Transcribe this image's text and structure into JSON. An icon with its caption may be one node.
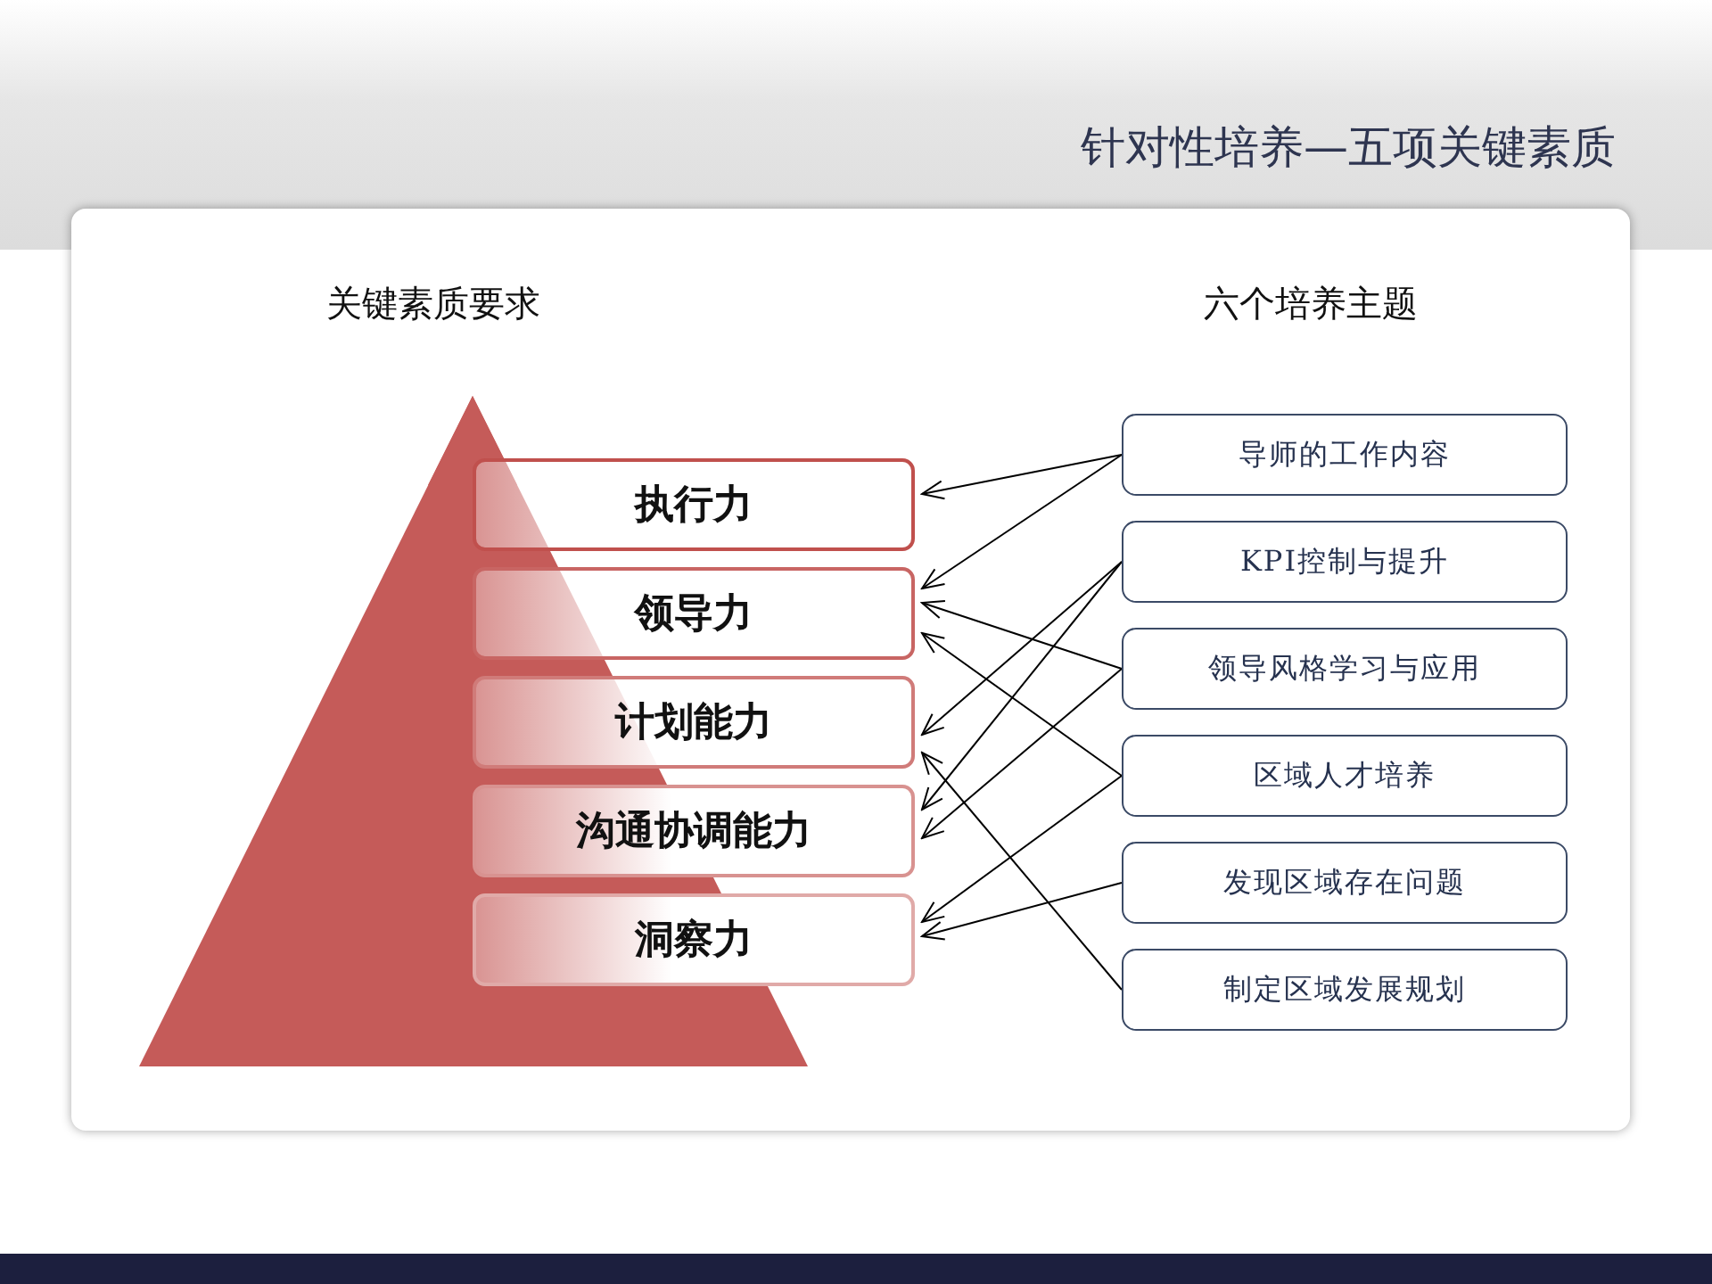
{
  "diagram": {
    "title": "针对性培养—五项关键素质",
    "nodes": [
      {
        "text": [
          "执行力"
        ]
      },
      {
        "text": [
          "领导力"
        ]
      },
      {
        "text": [
          "计划能力"
        ]
      },
      {
        "text": [
          "沟通协调能力"
        ]
      },
      {
        "text": [
          "洞察力"
        ]
      },
      {
        "text": [
          "导师的工作内容"
        ]
      },
      {
        "text": [
          "KPI控制与提升"
        ]
      },
      {
        "text": [
          "领导风格学习与应用"
        ]
      },
      {
        "text": [
          "区域人才培养"
        ]
      },
      {
        "text": [
          "发现区域存在问题"
        ]
      },
      {
        "text": [
          "制定区域发展规划"
        ]
      }
    ],
    "edges": [
      {
        "from": 5,
        "to": 0,
        "arrow": "to"
      },
      {
        "from": 5,
        "to": 1,
        "arrow": "to"
      },
      {
        "from": 6,
        "to": 2,
        "arrow": "to"
      },
      {
        "from": 6,
        "to": 3,
        "arrow": "to"
      },
      {
        "from": 7,
        "to": 1,
        "arrow": "to"
      },
      {
        "from": 7,
        "to": 3,
        "arrow": "to"
      },
      {
        "from": 8,
        "to": 1,
        "arrow": "to"
      },
      {
        "from": 8,
        "to": 4,
        "arrow": "to"
      },
      {
        "from": 9,
        "to": 4,
        "arrow": "to"
      },
      {
        "from": 10,
        "to": 2,
        "arrow": "to"
      }
    ],
    "labels": [
      "关键素质要求",
      "六个培养主题"
    ]
  }
}
